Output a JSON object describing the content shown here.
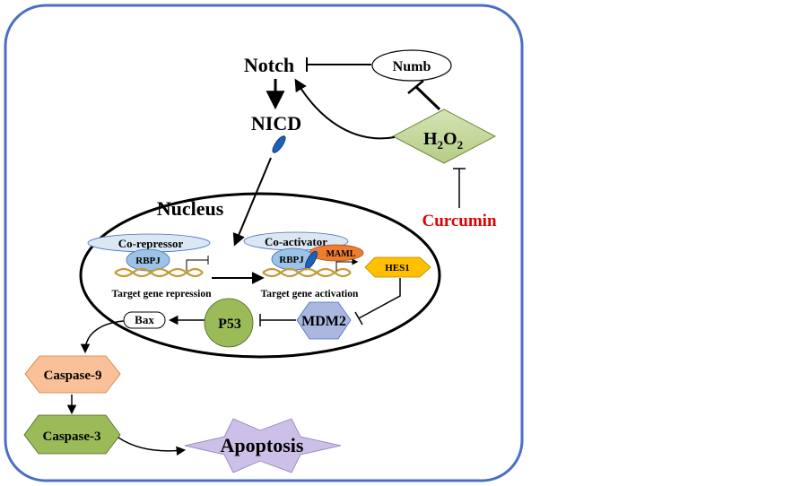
{
  "nodes": {
    "notch": "Notch",
    "numb": "Numb",
    "nicd": "NICD",
    "h2o2_main": "H",
    "h2o2_sub1": "2",
    "h2o2_mid": "O",
    "h2o2_sub2": "2",
    "curcumin": "Curcumin",
    "nucleus": "Nucleus",
    "co_repressor": "Co-repressor",
    "rbpj_left": "RBPJ",
    "co_activator": "Co-activator",
    "rbpj_right": "RBPJ",
    "maml": "MAML",
    "hes1": "HES1",
    "target_repression": "Target gene repression",
    "target_activation": "Target gene activation",
    "mdm2": "MDM2",
    "p53": "P53",
    "bax": "Bax",
    "caspase9": "Caspase-9",
    "caspase3": "Caspase-3",
    "apoptosis": "Apoptosis"
  },
  "colors": {
    "frame": "#4a6fc4",
    "h2o2_fill": "#c6d9a0",
    "curcumin_text": "#e00000",
    "nucleus_stroke": "#000000",
    "co_factor_fill": "#dbe8f3",
    "rbpj_fill": "#9cc2e5",
    "nicd_fill": "#1f5fb8",
    "maml_fill": "#ee7d31",
    "hes1_fill": "#ffc000",
    "mdm2_fill": "#aab8e0",
    "p53_fill": "#9bbb59",
    "caspase9_fill": "#f9c09a",
    "caspase3_fill": "#9bbb59",
    "apoptosis_fill": "#ccc0e8",
    "dna_color": "#c49a3a"
  }
}
